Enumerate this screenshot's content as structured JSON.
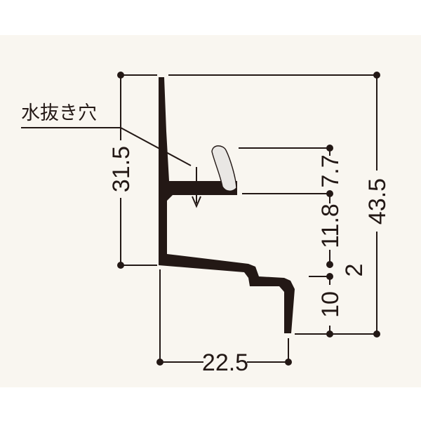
{
  "callout": {
    "label": "水抜き穴"
  },
  "dimensions": {
    "left_height": "31.5",
    "total_height": "43.5",
    "upper_gap": "7.7",
    "middle_height": "11.8",
    "step": "2",
    "bottom_height": "10",
    "width": "22.5"
  },
  "colors": {
    "background": "#f9f6f0",
    "profile": "#231815",
    "line": "#231815",
    "gasket": "#e9e7e4"
  },
  "icons": {
    "drain_arrow": "arrow-down-icon"
  }
}
